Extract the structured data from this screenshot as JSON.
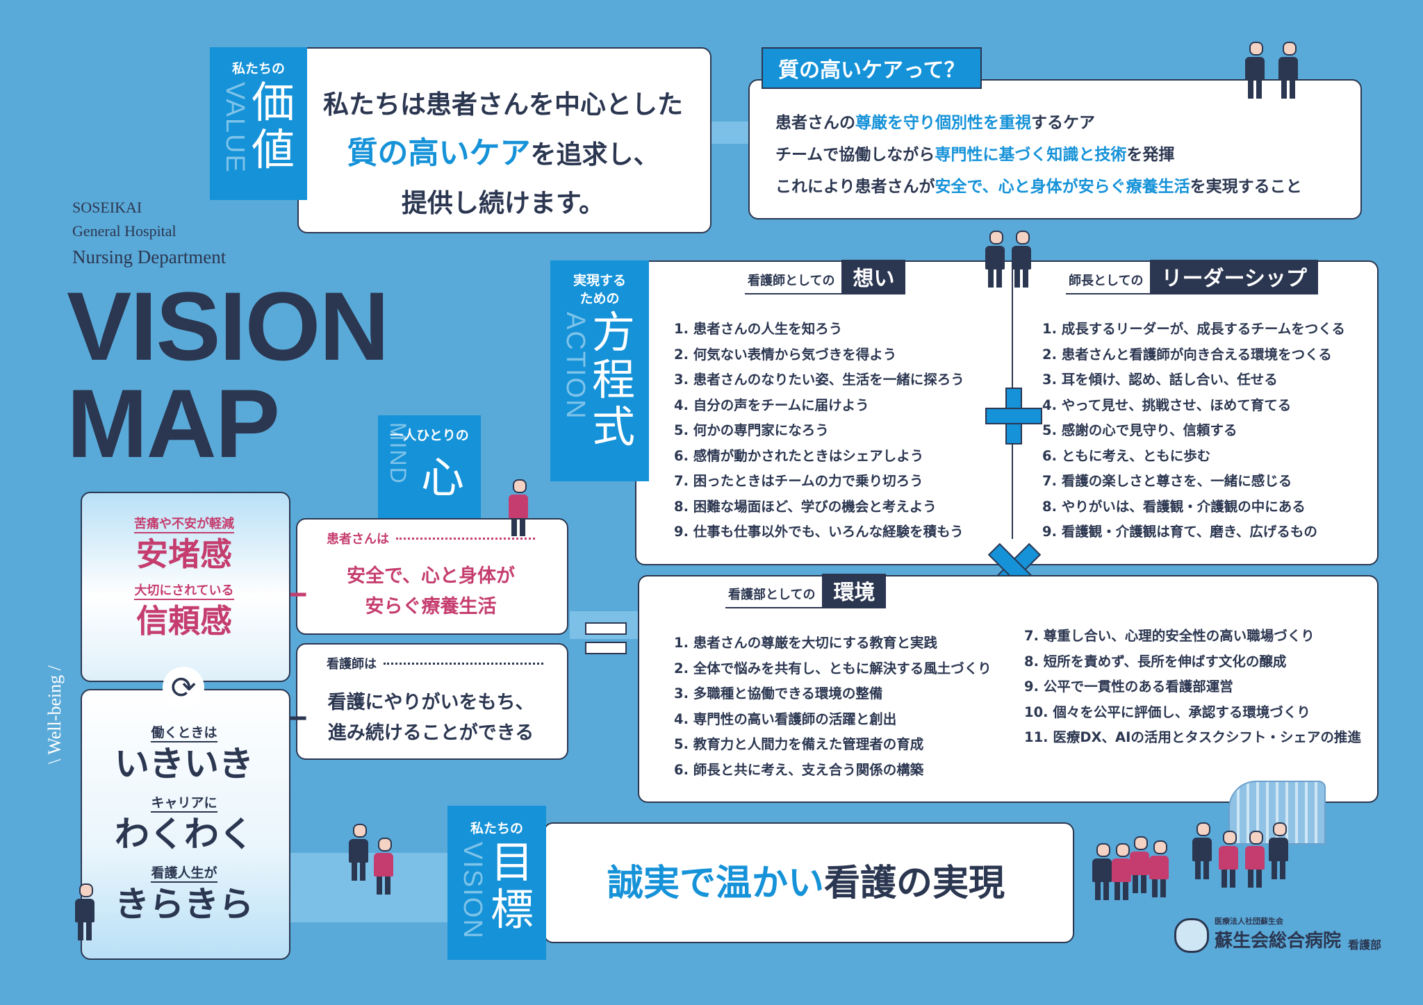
{
  "brand": {
    "line1": "SOSEIKAI",
    "line2": "General Hospital",
    "line3": "Nursing Department",
    "title1": "VISION",
    "title2": "MAP"
  },
  "value": {
    "tag_small": "私たちの",
    "tag_big": "価値",
    "tag_en": "VALUE",
    "line1": "私たちは患者さんを中心とした",
    "line2_highlight": "質の高いケア",
    "line2_rest": "を追求し、",
    "line3": "提供し続けます。"
  },
  "quality": {
    "header": "質の高いケアって？",
    "l1_a": "患者さんの",
    "l1_b": "尊厳を守り個別性を重視",
    "l1_c": "するケア",
    "l2_a": "チームで協働しながら",
    "l2_b": "専門性に基づく知識と技術",
    "l2_c": "を発揮",
    "l3_a": "これにより患者さんが",
    "l3_b": "安全で、心と身体が安らぐ療養生活",
    "l3_c": "を実現すること"
  },
  "equation": {
    "tag_small1": "実現する",
    "tag_small2": "ための",
    "tag_big": "方程式",
    "tag_en": "ACTION",
    "plus": "+",
    "times": "×",
    "equals": "="
  },
  "nurse_thoughts": {
    "header_small": "看護師としての",
    "header_big": "想い",
    "items": [
      "1. 患者さんの人生を知ろう",
      "2. 何気ない表情から気づきを得よう",
      "3. 患者さんのなりたい姿、生活を一緒に探ろう",
      "4. 自分の声をチームに届けよう",
      "5. 何かの専門家になろう",
      "6. 感情が動かされたときはシェアしよう",
      "7. 困ったときはチームの力で乗り切ろう",
      "8. 困難な場面ほど、学びの機会と考えよう",
      "9. 仕事も仕事以外でも、いろんな経験を積もう"
    ]
  },
  "leadership": {
    "header_small": "師長としての",
    "header_big": "リーダーシップ",
    "items": [
      "1. 成長するリーダーが、成長するチームをつくる",
      "2. 患者さんと看護師が向き合える環境をつくる",
      "3. 耳を傾け、認め、話し合い、任せる",
      "4. やって見せ、挑戦させ、ほめて育てる",
      "5. 感謝の心で見守り、信頼する",
      "6. ともに考え、ともに歩む",
      "7. 看護の楽しさと尊さを、一緒に感じる",
      "8. やりがいは、看護観・介護観の中にある",
      "9. 看護観・介護観は育て、磨き、広げるもの"
    ]
  },
  "environment": {
    "header_small": "看護部としての",
    "header_big": "環境",
    "items_left": [
      "1. 患者さんの尊厳を大切にする教育と実践",
      "2. 全体で悩みを共有し、ともに解決する風土づくり",
      "3. 多職種と協働できる環境の整備",
      "4. 専門性の高い看護師の活躍と創出",
      "5. 教育力と人間力を備えた管理者の育成",
      "6. 師長と共に考え、支え合う関係の構築"
    ],
    "items_right": [
      "7. 尊重し合い、心理的安全性の高い職場づくり",
      "8. 短所を責めず、長所を伸ばす文化の醸成",
      "9. 公平で一貫性のある看護部運営",
      "10. 個々を公平に評価し、承認する環境づくり",
      "11. 医療DX、AIの活用とタスクシフト・シェアの推進"
    ]
  },
  "mind": {
    "tag_small": "一人ひとりの",
    "tag_big": "心",
    "tag_en": "MIND",
    "patient_label": "患者さんは",
    "patient_l1": "安全で、心と身体が",
    "patient_l2": "安らぐ療養生活",
    "nurse_label": "看護師は",
    "nurse_l1": "看護にやりがいをもち、",
    "nurse_l2": "進み続けることができる"
  },
  "wellbeing": {
    "side_label": "\\ Well-being /",
    "p1_small": "苦痛や不安が軽減",
    "p1_big": "安堵感",
    "p2_small": "大切にされている",
    "p2_big": "信頼感",
    "n1_small": "働くときは",
    "n1_big": "いきいき",
    "n2_small": "キャリアに",
    "n2_big": "わくわく",
    "n3_small": "看護人生が",
    "n3_big": "きらきら"
  },
  "goal": {
    "tag_small": "私たちの",
    "tag_big": "目標",
    "tag_en": "VISION",
    "text_highlight": "誠実で温かい",
    "text_rest": "看護の実現"
  },
  "footer": {
    "org_small": "医療法人社団蘇生会",
    "org_name": "蘇生会総合病院",
    "dept": "看護部"
  },
  "colors": {
    "background": "#5aaad9",
    "accent_blue": "#1592d8",
    "navy": "#2b3650",
    "pink": "#c53d6e"
  }
}
